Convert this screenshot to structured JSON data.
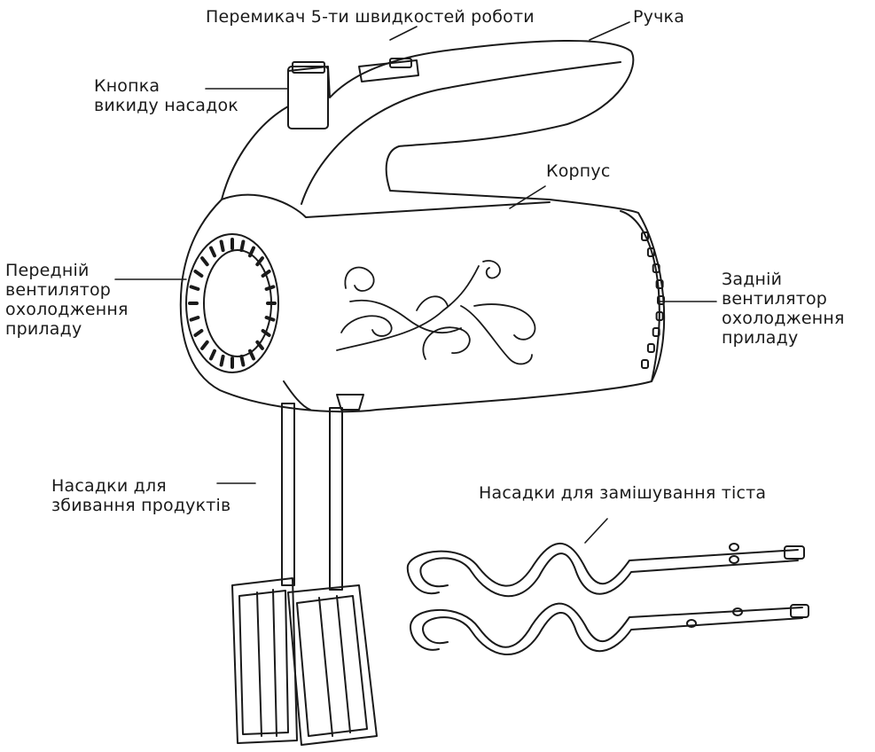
{
  "labels": {
    "speed_switch": "Перемикач 5-ти швидкостей роботи",
    "handle": "Ручка",
    "eject_button": [
      "Кнопка",
      "викиду насадок"
    ],
    "body": "Корпус",
    "front_fan": [
      "Передній",
      "вентилятор",
      "охолодження",
      "приладу"
    ],
    "rear_fan": [
      "Задній",
      "вентилятор",
      "охолодження",
      "приладу"
    ],
    "beaters": [
      "Насадки для",
      "збивання продуктів"
    ],
    "dough_hooks": "Насадки для замішування тіста"
  },
  "colors": {
    "line": "#1a1a1a",
    "background": "#ffffff"
  }
}
